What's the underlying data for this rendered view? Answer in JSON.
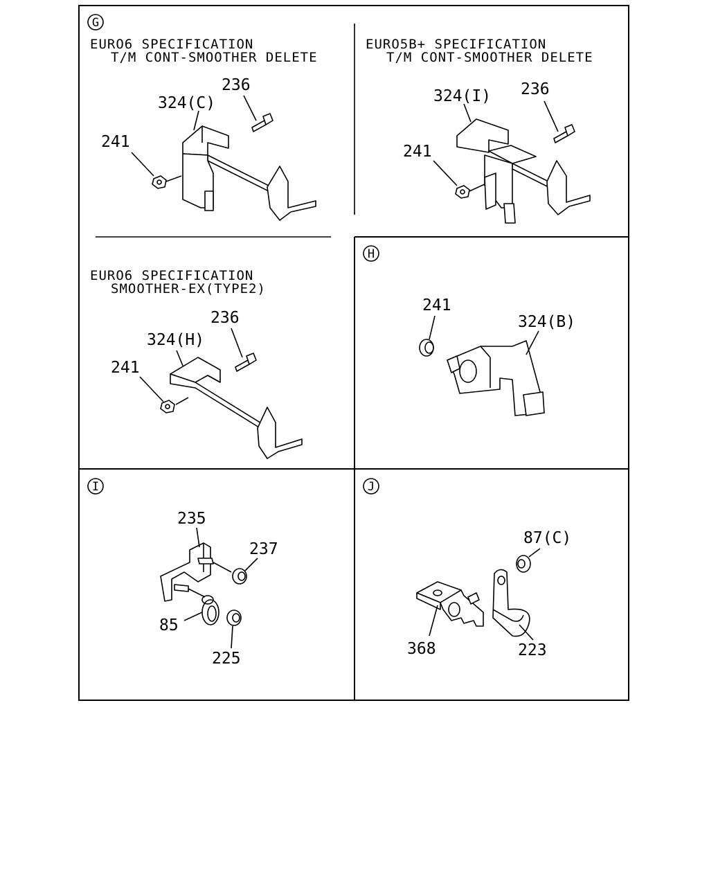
{
  "sections": {
    "g": {
      "marker": "G",
      "left": {
        "title_line1": "EURO6 SPECIFICATION",
        "title_line2": "T/M CONT-SMOOTHER DELETE",
        "labels": {
          "bracket": "324(C)",
          "bolt": "236",
          "nut": "241"
        }
      },
      "right": {
        "title_line1": "EURO5B+ SPECIFICATION",
        "title_line2": "T/M CONT-SMOOTHER DELETE",
        "labels": {
          "bracket": "324(I)",
          "bolt": "236",
          "nut": "241"
        }
      },
      "lower": {
        "title_line1": "EURO6 SPECIFICATION",
        "title_line2": "SMOOTHER-EX(TYPE2)",
        "labels": {
          "bracket": "324(H)",
          "bolt": "236",
          "nut": "241"
        }
      }
    },
    "h": {
      "marker": "H",
      "labels": {
        "nut": "241",
        "bracket": "324(B)"
      }
    },
    "i": {
      "marker": "I",
      "labels": {
        "bracket": "235",
        "nut_upper": "237",
        "clip": "85",
        "nut_lower": "225"
      }
    },
    "j": {
      "marker": "J",
      "labels": {
        "nut": "87(C)",
        "bracket": "368",
        "clamp": "223"
      }
    }
  }
}
